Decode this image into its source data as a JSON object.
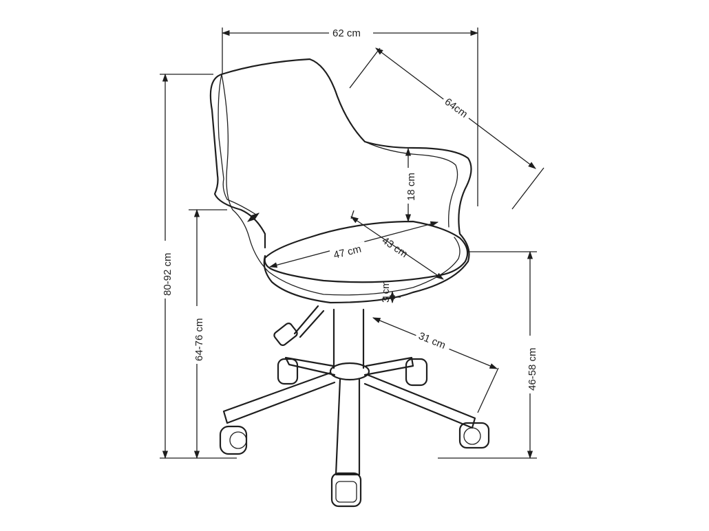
{
  "dimensions": {
    "total_width": "62 cm",
    "diagonal_depth": "64cm",
    "armrest_height": "18 cm",
    "seat_thickness_front": "3 cm",
    "seat_width": "47 cm",
    "seat_depth": "43 cm",
    "seat_thickness": "3 cm",
    "base_radius": "31 cm",
    "total_height": "80-92 cm",
    "armrest_floor_height": "64-76 cm",
    "seat_floor_height": "46-58 cm"
  }
}
